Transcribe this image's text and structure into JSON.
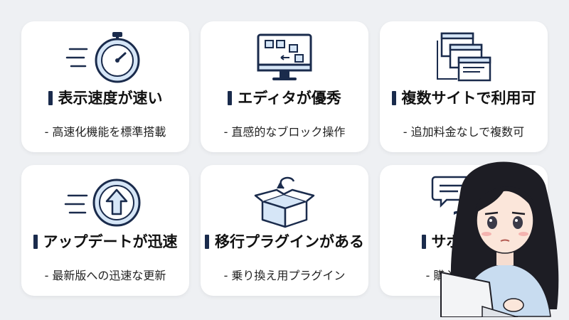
{
  "cards": [
    {
      "title": "表示速度が速い",
      "sub": "- 高速化機能を標準搭載",
      "icon": "stopwatch-icon"
    },
    {
      "title": "エディタが優秀",
      "sub": "- 直感的なブロック操作",
      "icon": "monitor-blocks-icon"
    },
    {
      "title": "複数サイトで利用可",
      "sub": "- 追加料金なしで複数可",
      "icon": "multiple-windows-icon"
    },
    {
      "title": "アップデートが迅速",
      "sub": "- 最新版への迅速な更新",
      "icon": "update-arrow-icon"
    },
    {
      "title": "移行プラグインがある",
      "sub": "- 乗り換え用プラグイン",
      "icon": "box-transfer-icon"
    },
    {
      "title": "サポートが",
      "sub": "- 購入者専用フ",
      "icon": "support-chat-icon"
    }
  ],
  "colors": {
    "accent": "#1a2b4c",
    "icon_fill": "#d6e6f7",
    "card": "#ffffff",
    "background": "#eef0f3"
  },
  "illustration": "woman-with-laptop"
}
